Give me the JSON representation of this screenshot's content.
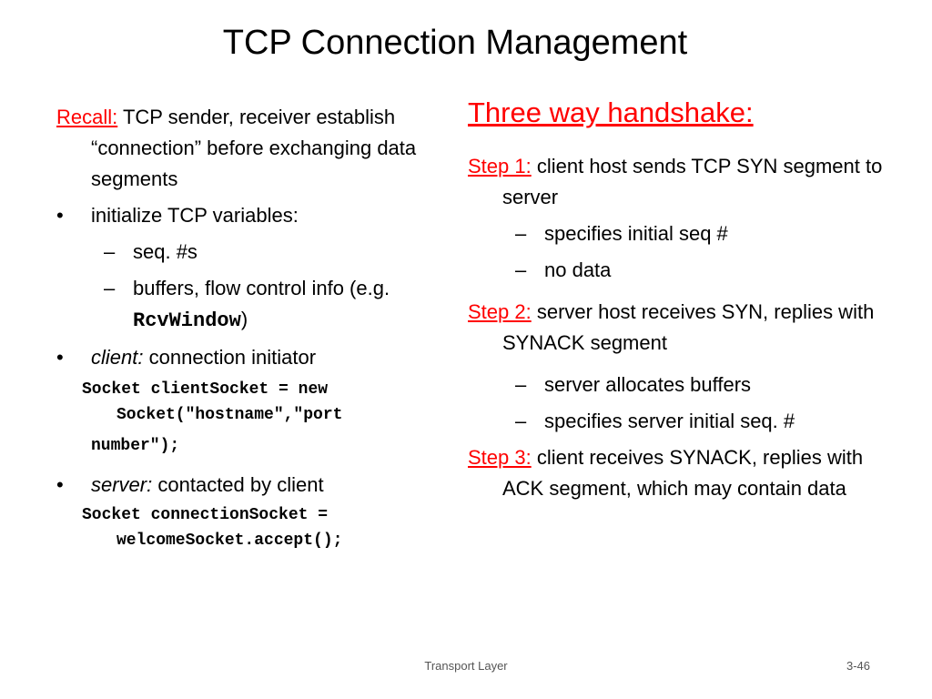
{
  "title": "TCP Connection Management",
  "left": {
    "recall_label": "Recall:",
    "recall_text": "TCP sender, receiver establish “connection” before exchanging data segments",
    "bullet1": "initialize TCP variables:",
    "sub1": "seq. #s",
    "sub2_pre": "buffers, flow control info (e.g. ",
    "sub2_code": "RcvWindow",
    "sub2_post": ")",
    "client_label": "client:",
    "client_text": "connection initiator",
    "client_code_1": "Socket clientSocket = new Socket(\"hostname\",\"port",
    "client_code_2": "number\");",
    "server_label": "server:",
    "server_text": "contacted by client",
    "server_code": "Socket connectionSocket = welcomeSocket.accept();"
  },
  "right": {
    "heading": "Three way handshake:",
    "step1_label": "Step 1:",
    "step1_text": "client host sends TCP SYN segment to server",
    "step1_sub1": "specifies initial seq #",
    "step1_sub2": "no data",
    "step2_label": "Step 2:",
    "step2_text": "server host receives SYN, replies with SYNACK segment",
    "step2_sub1": "server allocates buffers",
    "step2_sub2": "specifies server initial seq. #",
    "step3_label": "Step 3:",
    "step3_text": "client receives SYNACK, replies with ACK segment, which may contain data"
  },
  "footer": {
    "center": "Transport Layer",
    "page": "3-46"
  },
  "marks": {
    "bullet": "•",
    "dash": "–"
  },
  "colors": {
    "accent": "#ff0000",
    "text": "#000000"
  }
}
